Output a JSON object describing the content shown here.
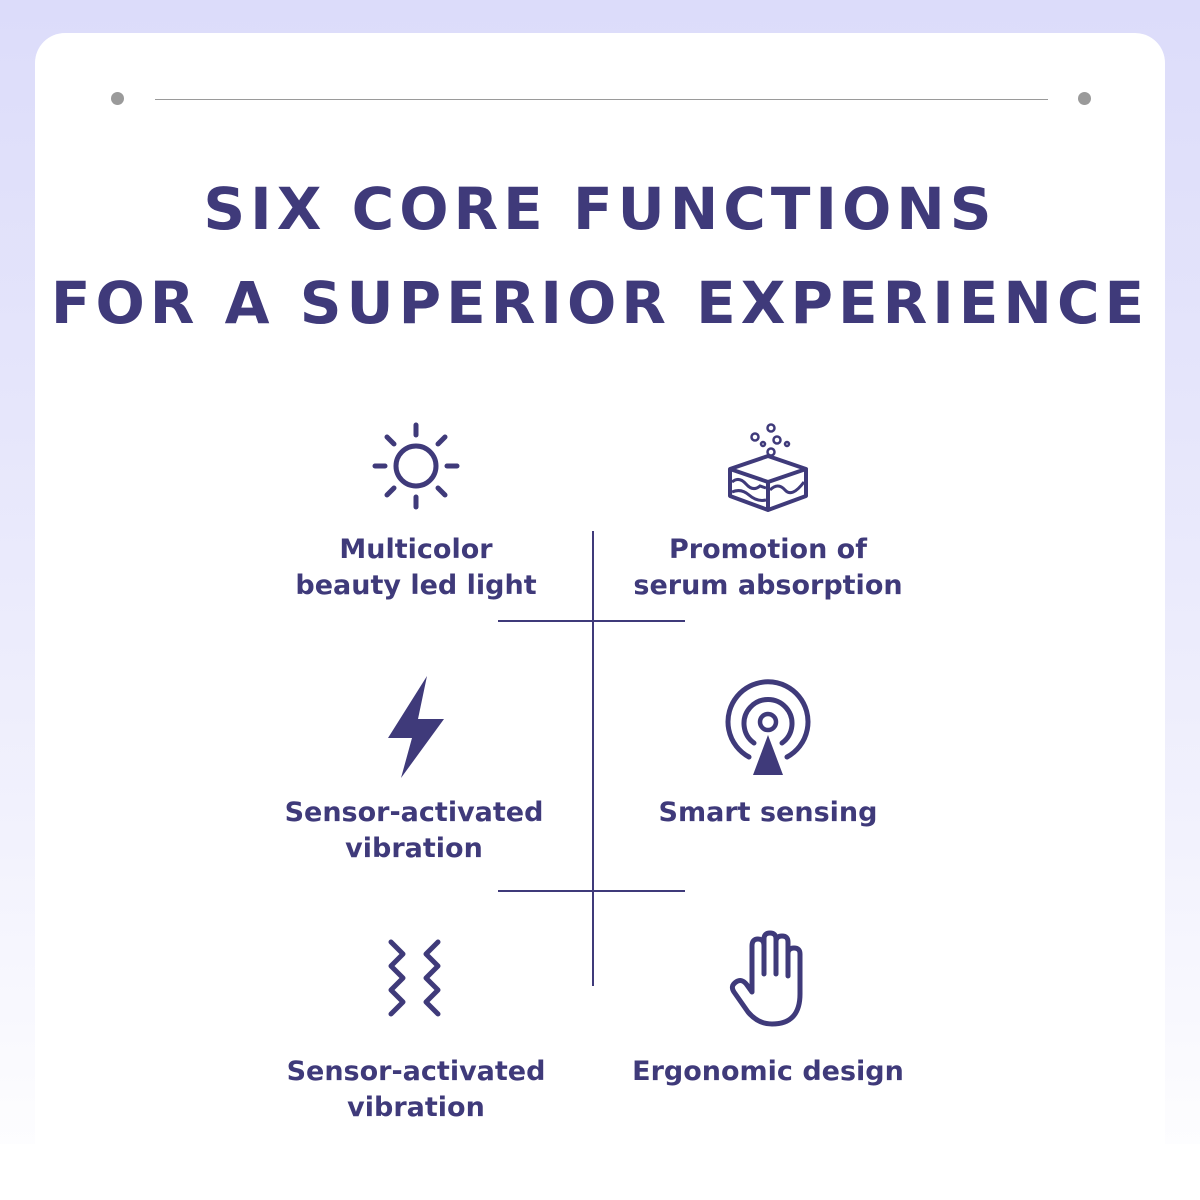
{
  "title": {
    "line1": "SIX CORE FUNCTIONS",
    "line2": "FOR A SUPERIOR EXPERIENCE"
  },
  "features": [
    {
      "label": "Multicolor\nbeauty led light",
      "icon": "sun-icon"
    },
    {
      "label": "Promotion of\nserum absorption",
      "icon": "skin-layer-icon"
    },
    {
      "label": "Sensor-activated\nvibration",
      "icon": "lightning-icon"
    },
    {
      "label": "Smart sensing",
      "icon": "sensor-signal-icon"
    },
    {
      "label": "Sensor-activated\nvibration",
      "icon": "vibration-wave-icon"
    },
    {
      "label": "Ergonomic design",
      "icon": "hand-icon"
    }
  ],
  "colors": {
    "primary": "#3f3a7a",
    "divider": "#9a9a9a",
    "background_top": "#dcdcfa",
    "card": "#ffffff"
  }
}
